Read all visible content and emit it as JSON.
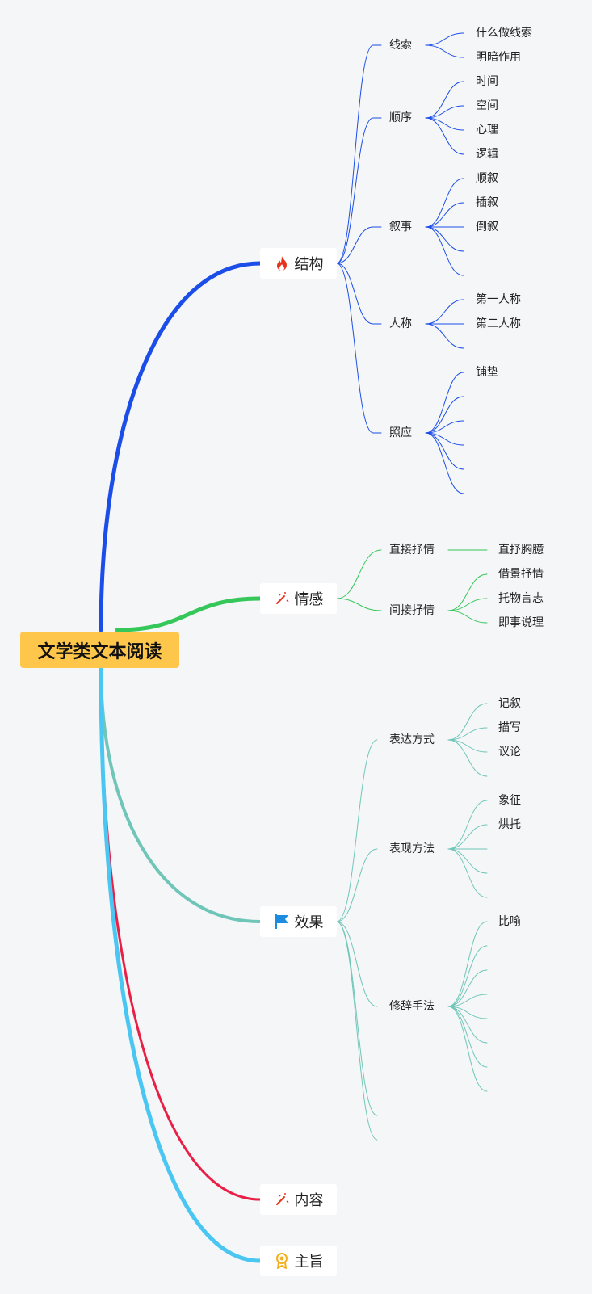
{
  "root": {
    "label": "文学类文本阅读"
  },
  "colors": {
    "root_bg": "#fec64a",
    "jiegou": "#1b4ee8",
    "qinggan": "#35c759",
    "xiaoguo": "#6fc6b8",
    "neirong": "#ea1f45",
    "zhuzhi": "#4ac6f2"
  },
  "branches": {
    "jiegou": {
      "label": "结构",
      "icon": "fire-icon",
      "children": {
        "xiansuo": {
          "label": "线索",
          "leaves": [
            "什么做线索",
            "明暗作用"
          ]
        },
        "shunxu": {
          "label": "顺序",
          "leaves": [
            "时间",
            "空间",
            "心理",
            "逻辑"
          ]
        },
        "xushi": {
          "label": "叙事",
          "leaves": [
            "顺叙",
            "插叙",
            "倒叙",
            "",
            ""
          ]
        },
        "rencheng": {
          "label": "人称",
          "leaves": [
            "第一人称",
            "第二人称",
            ""
          ]
        },
        "zhaoying": {
          "label": "照应",
          "leaves": [
            "铺垫",
            "",
            "",
            "",
            "",
            ""
          ]
        }
      }
    },
    "qinggan": {
      "label": "情感",
      "icon": "magic-wand-icon",
      "children": {
        "zhijie": {
          "label": "直接抒情",
          "leaves": [
            "直抒胸臆"
          ]
        },
        "jianjie": {
          "label": "间接抒情",
          "leaves": [
            "借景抒情",
            "托物言志",
            "即事说理"
          ]
        }
      }
    },
    "xiaoguo": {
      "label": "效果",
      "icon": "flag-icon",
      "children": {
        "biaoda": {
          "label": "表达方式",
          "leaves": [
            "记叙",
            "描写",
            "议论",
            ""
          ]
        },
        "biaoxian": {
          "label": "表现方法",
          "leaves": [
            "象征",
            "烘托",
            "",
            "",
            ""
          ]
        },
        "xiuci": {
          "label": "修辞手法",
          "leaves": [
            "比喻",
            "",
            "",
            "",
            "",
            "",
            "",
            ""
          ]
        }
      }
    },
    "neirong": {
      "label": "内容",
      "icon": "magic-wand-icon"
    },
    "zhuzhi": {
      "label": "主旨",
      "icon": "award-medal-icon"
    }
  }
}
